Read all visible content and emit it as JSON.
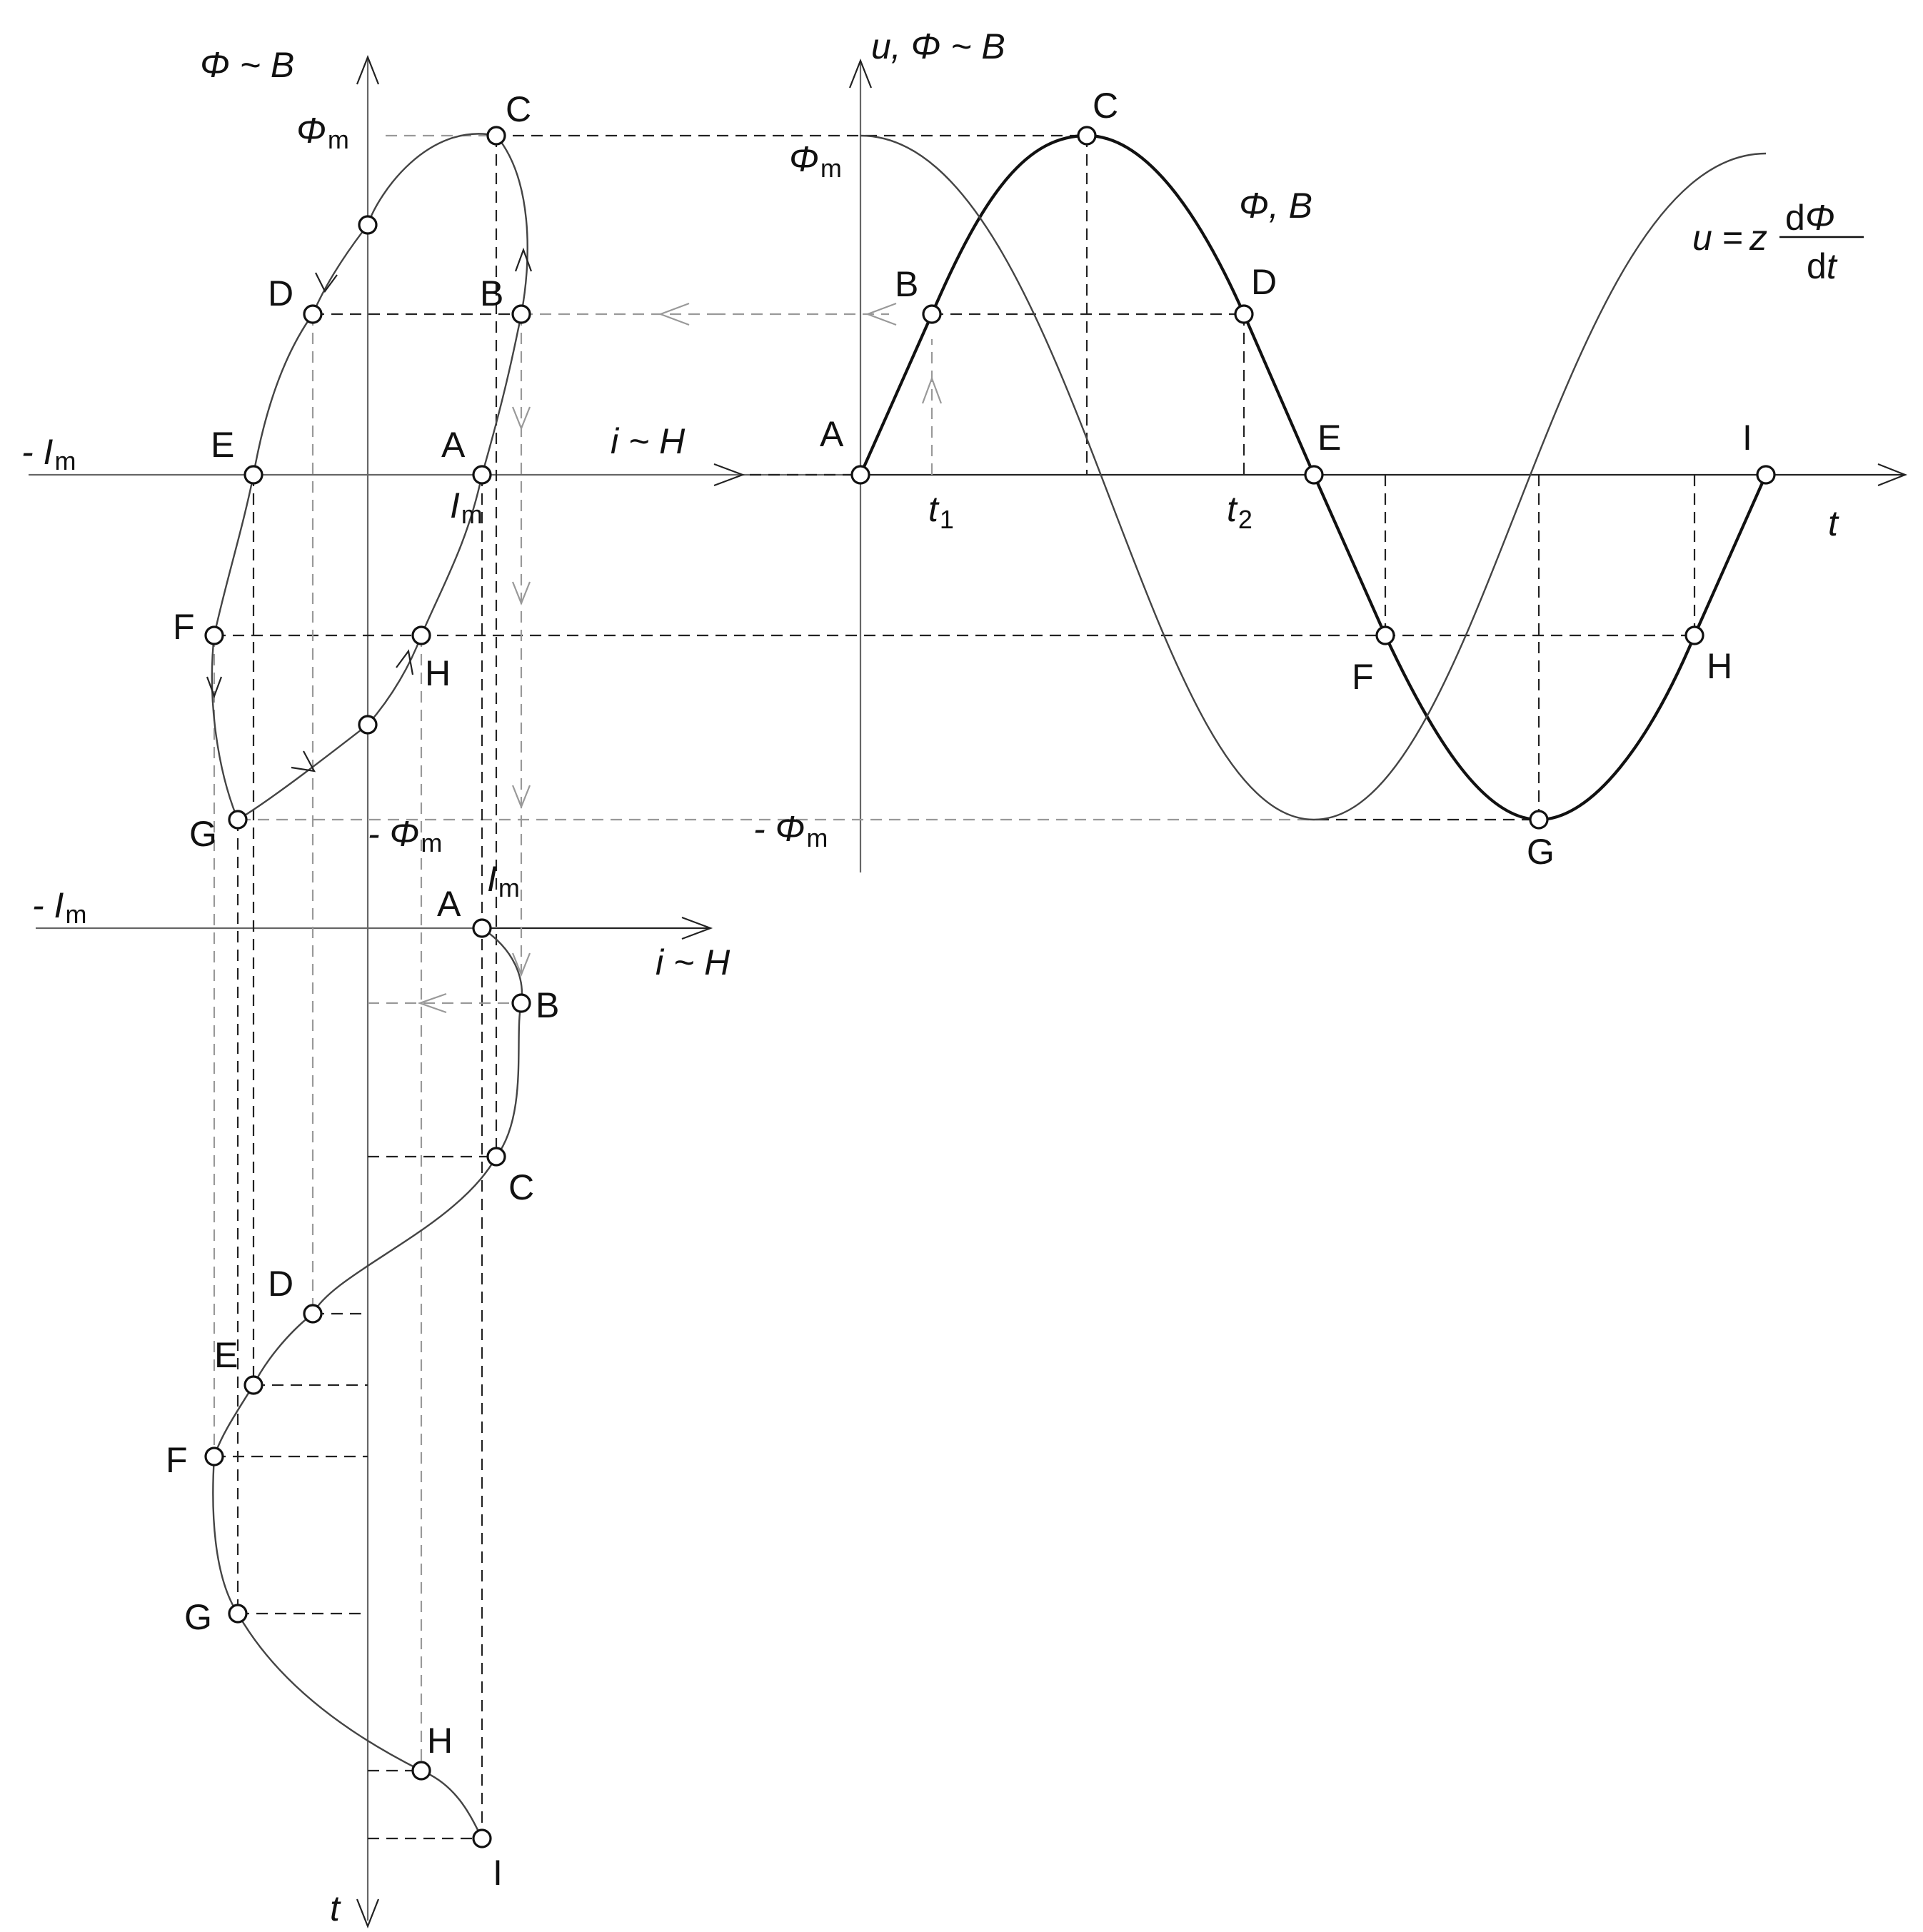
{
  "diagram": {
    "points": [
      "A",
      "B",
      "C",
      "D",
      "E",
      "F",
      "G",
      "H",
      "I"
    ],
    "hysteresis_plot": {
      "y_axis_label": "Φ ~ B",
      "x_axis_label": "i ~ H",
      "flux_max_label": "Φ",
      "flux_max_sub": "m",
      "flux_min_label": "- Φ",
      "flux_min_sub": "m",
      "current_neg_label": "- I",
      "current_neg_sub": "m",
      "current_pos_label": "I",
      "current_pos_sub": "m"
    },
    "time_plot": {
      "y_axis_label": "u, Φ ~ B",
      "x_axis_label": "t",
      "flux_curve_label": "Φ, B",
      "flux_max_label": "Φ",
      "flux_max_sub": "m",
      "flux_min_label": "- Φ",
      "flux_min_sub": "m",
      "t1_label": "t",
      "t1_sub": "1",
      "t2_label": "t",
      "t2_sub": "2",
      "voltage_formula": {
        "lhs": "u",
        "eq": "=",
        "coef": "z",
        "num_d": "d",
        "num_var": "Φ",
        "den_d": "d",
        "den_var": "t"
      }
    },
    "current_plot": {
      "x_axis_label": "i ~ H",
      "y_axis_label": "t",
      "current_neg_label": "- I",
      "current_neg_sub": "m",
      "current_pos_label": "I",
      "current_pos_sub": "m"
    }
  }
}
